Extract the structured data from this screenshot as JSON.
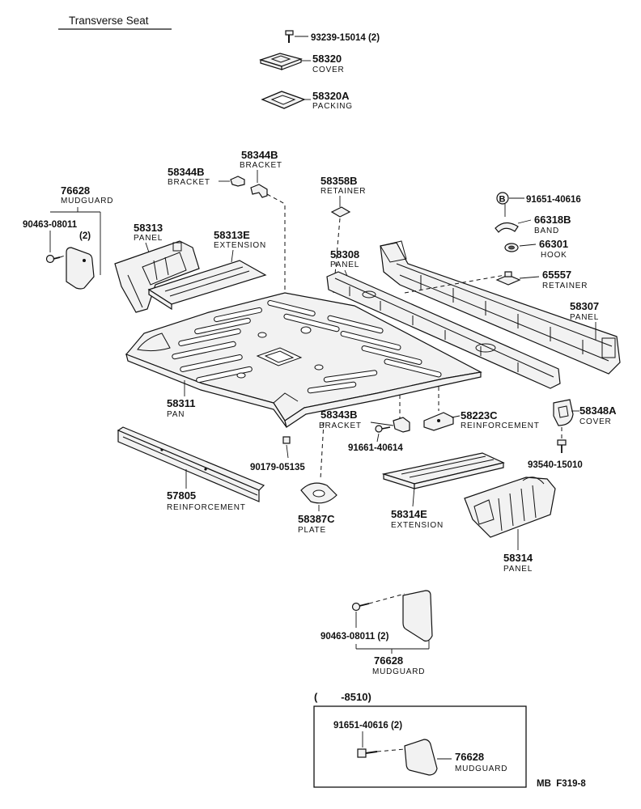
{
  "title": "Transverse Seat",
  "footer_code": "MB  F319-8",
  "inset_header": "(        -8510)",
  "marker_b": "B",
  "labels": {
    "p93239": {
      "num": "93239-15014 (2)",
      "name": ""
    },
    "p58320": {
      "num": "58320",
      "name": "COVER"
    },
    "p58320a": {
      "num": "58320A",
      "name": "PACKING"
    },
    "p58344b_right": {
      "num": "58344B",
      "name": "BRACKET"
    },
    "p58344b_left": {
      "num": "58344B",
      "name": "BRACKET"
    },
    "p58358b": {
      "num": "58358B",
      "name": "RETAINER"
    },
    "p91651_top": {
      "num": "91651-40616",
      "name": ""
    },
    "p66318b": {
      "num": "66318B",
      "name": "BAND"
    },
    "p66301": {
      "num": "66301",
      "name": "HOOK"
    },
    "p65557": {
      "num": "65557",
      "name": "RETAINER"
    },
    "p76628_top": {
      "num": "76628",
      "name": "MUDGUARD"
    },
    "p90463_top": {
      "num": "90463-08011",
      "name": "(2)"
    },
    "p58313": {
      "num": "58313",
      "name": "PANEL"
    },
    "p58313e": {
      "num": "58313E",
      "name": "EXTENSION"
    },
    "p58308": {
      "num": "58308",
      "name": "PANEL"
    },
    "p58307": {
      "num": "58307",
      "name": "PANEL"
    },
    "p58311": {
      "num": "58311",
      "name": "PAN"
    },
    "p58343b": {
      "num": "58343B",
      "name": "BRACKET"
    },
    "p58223c": {
      "num": "58223C",
      "name": "REINFORCEMENT"
    },
    "p58348a": {
      "num": "58348A",
      "name": "COVER"
    },
    "p91661": {
      "num": "91661-40614",
      "name": ""
    },
    "p90179": {
      "num": "90179-05135",
      "name": ""
    },
    "p93540": {
      "num": "93540-15010",
      "name": ""
    },
    "p57805": {
      "num": "57805",
      "name": "REINFORCEMENT"
    },
    "p58387c": {
      "num": "58387C",
      "name": "PLATE"
    },
    "p58314e": {
      "num": "58314E",
      "name": "EXTENSION"
    },
    "p58314": {
      "num": "58314",
      "name": "PANEL"
    },
    "p90463_bottom": {
      "num": "90463-08011 (2)",
      "name": ""
    },
    "p76628_bottom": {
      "num": "76628",
      "name": "MUDGUARD"
    },
    "p91651_inset": {
      "num": "91651-40616 (2)",
      "name": ""
    },
    "p76628_inset": {
      "num": "76628",
      "name": "MUDGUARD"
    }
  }
}
